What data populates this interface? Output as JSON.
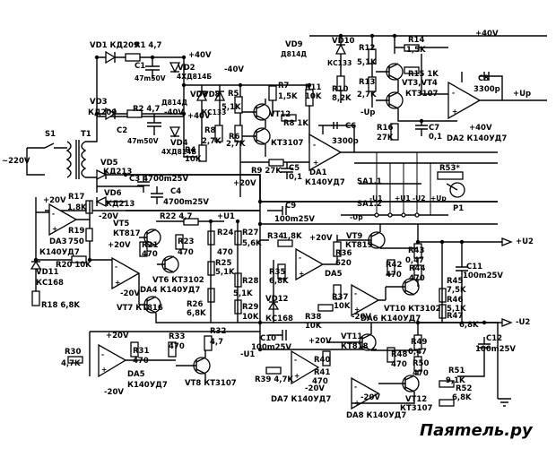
{
  "watermark": "Паяmель.ру",
  "labels": {
    "vd1": "VD1 КД209",
    "r1": "R1 4,7",
    "c1": "C1",
    "c1v": "47m50V",
    "vd2": "VD2",
    "vd2t": "4ХД814Б",
    "p40a": "+40V",
    "p40b": "+40V",
    "m40a": "-40V",
    "m40b": "-40V",
    "vd3": "VD3",
    "vd3t": "КД209",
    "r2": "R2 4,7",
    "c2": "C2",
    "c2v": "47m50V",
    "vd4": "VD4",
    "vd4t": "4ХД814Б",
    "vd7": "VD7",
    "vd7t": "Д814Д",
    "vd8": "VD8",
    "vd8t": "КС133",
    "r5": "R5",
    "r5v": "5,1K",
    "r6": "R6",
    "r6v": "2,7K",
    "r8": "R8",
    "r8v": "2,7K",
    "r4": "R4",
    "r4v": "10K",
    "r7": "R7",
    "r7v": "1,5K",
    "r9": "R9 27K",
    "r11": "R11",
    "r11v": "10K",
    "vd9": "VD9",
    "vd9t": "Д814Д",
    "vd10": "VD10",
    "vd10t": "КС133",
    "r12": "R12",
    "r12v": "5,1K",
    "r10": "R10",
    "r10v": "8,2K",
    "r13": "R13",
    "r13v": "2,7K",
    "r14": "R14",
    "r14v": "1,5K",
    "r15": "R15 1K",
    "vt34": "VT3,VT4",
    "vt34t": "КТ3107",
    "c8": "C8",
    "c8v": "3300p",
    "upout": "+Up",
    "p40top": "+40V",
    "p40c": "+40V",
    "da2": "DA2 К140УД7",
    "c7": "C7",
    "c7v": "0,1",
    "r16": "R16",
    "r16v": "27K",
    "up_minus": "-Up",
    "c6": "C6",
    "c6v": "3300p",
    "vt12": "VT12",
    "vt12t": "КТ3107",
    "r8b": "R8 1K",
    "c5": "C5",
    "c5v": "0,1",
    "da1": "DA1",
    "da1t": "К140УД7",
    "s1": "S1",
    "t1": "T1",
    "v220": "~220V",
    "vd5": "VD5",
    "vd5t": "КД213",
    "vd6": "VD6",
    "vd6t": "КД213",
    "c3": "C3 4700m25V",
    "c4": "C4",
    "c4v": "4700m25V",
    "p20": "+20V",
    "m20": "-20V",
    "r53": "R53*",
    "sa11": "SA1.1",
    "sa12": "SA1.2",
    "p1": "P1",
    "u1p": "+U1",
    "u1m": "-U1",
    "u2p": "+U2",
    "u2m": "-U2",
    "upm": "-Up",
    "upp": "+Up",
    "da3": "DA3",
    "r17": "R17",
    "r17v": "1,8K",
    "r19": "R19",
    "r19v": "750",
    "r20": "R20 10K",
    "vd11": "VD11",
    "vd11t": "КС168",
    "k140": "К140УД7",
    "r18": "R18 6,8K",
    "vt5": "VT5",
    "vt5t": "КТ817",
    "r21": "R21",
    "r21v": "470",
    "r22": "R22 4,7",
    "r23": "R23",
    "r23v": "470",
    "vt6": "VT6 КТ3102",
    "da4": "DA4 К140УД7",
    "u1": "+U1",
    "r24": "R24",
    "r24v": "470",
    "r25": "R25",
    "r25v": "5,1K",
    "r26": "R26",
    "r26v": "6,8K",
    "r27": "R27",
    "r27v": "5,6K",
    "r28": "R28",
    "r28v": "5,1K",
    "r29": "R29",
    "r29v": "10K",
    "vt7": "VT7 КТ816",
    "c9": "C9",
    "c9v": "100m25V",
    "r34": "R34",
    "r34v": "1,8K",
    "r35": "R35",
    "r35v": "6,8K",
    "vd12": "VD12",
    "vd12t": "КС168",
    "r36": "R36",
    "r36v": "620",
    "da5x": "DA5",
    "r37": "R37",
    "r37v": "10K",
    "r38": "R38",
    "r38v": "10K",
    "vt9": "VT9",
    "vt9t": "КТ819",
    "r42": "R42",
    "r42v": "470",
    "r43": "R43",
    "r43v": "0,47",
    "r44": "R44",
    "r44v": "470",
    "c11": "C11",
    "c11v": "100m25V",
    "r45": "R45",
    "r45v": "7,5K",
    "r46": "R46",
    "r46v": "5,1K",
    "r47": "R47",
    "r47v": "6,8K",
    "vt10": "VT10 КТ3102",
    "da6": "DA6 К140УД7",
    "r30": "R30",
    "r30v": "4,7K",
    "r31": "R31",
    "r31v": "470",
    "da5": "DA5",
    "da5t": "К140УД7",
    "r33": "R33",
    "r33v": "470",
    "r32": "R32",
    "r32v": "4,7",
    "vt8": "VT8 КТ3107",
    "c10": "C10",
    "c10v": "100m25V",
    "vt11": "VT11",
    "vt11t": "КТ818",
    "r39": "R39 4,7K",
    "r40": "R40",
    "r41": "R41",
    "r41v": "470",
    "da7": "DA7 К140УД7",
    "r48": "R48",
    "r48v": "470",
    "r49": "R49",
    "r49v": "0,47",
    "r50": "R50",
    "r50v": "470",
    "c12": "C12",
    "c12v": "100m25V",
    "r51": "R51",
    "r51v": "9,1K",
    "r52": "R52",
    "r52v": "6,8K",
    "da8": "DA8 К140УД7",
    "p20b": "+20V",
    "m20b": "-20V"
  }
}
